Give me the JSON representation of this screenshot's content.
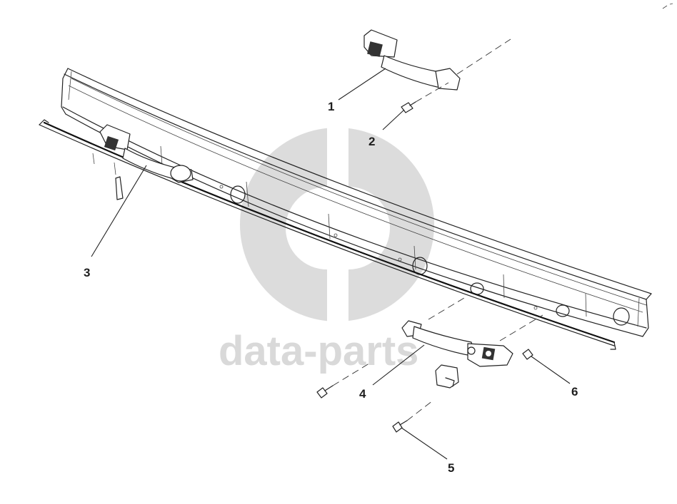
{
  "watermark": {
    "text": "data-parts",
    "color": "#d9d9d9"
  },
  "callouts": [
    {
      "id": "1",
      "text": "1"
    },
    {
      "id": "2",
      "text": "2"
    },
    {
      "id": "3",
      "text": "3"
    },
    {
      "id": "4",
      "text": "4"
    },
    {
      "id": "5",
      "text": "5"
    },
    {
      "id": "6",
      "text": "6"
    }
  ]
}
